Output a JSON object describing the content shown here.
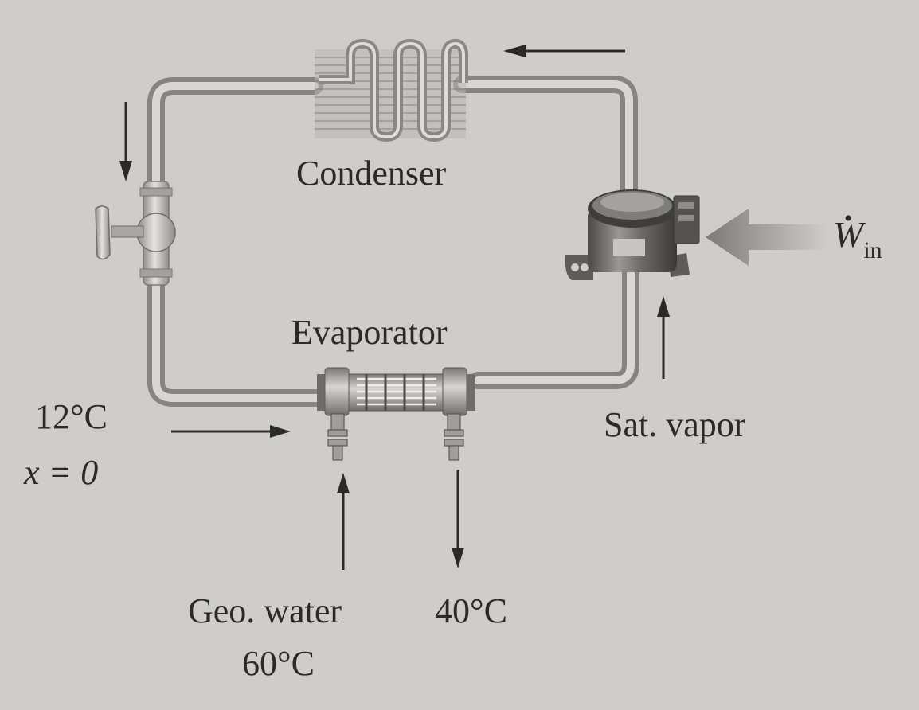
{
  "components": {
    "condenser": "Condenser",
    "evaporator": "Evaporator"
  },
  "states": {
    "evaporator_inlet_temp": "12°C",
    "evaporator_inlet_quality": "x = 0",
    "compressor_inlet": "Sat. vapor",
    "geo_water_label": "Geo. water",
    "geo_water_in_temp": "60°C",
    "geo_water_out_temp": "40°C"
  },
  "work_input": {
    "symbol": "W",
    "subscript": "in"
  },
  "colors": {
    "background": "#cfcdc9",
    "pipe": "#b3b1ad",
    "arrow": "#2b2a28"
  },
  "icons": [
    "condenser-coil-icon",
    "expansion-valve-icon",
    "compressor-icon",
    "evaporator-heat-exchanger-icon"
  ]
}
